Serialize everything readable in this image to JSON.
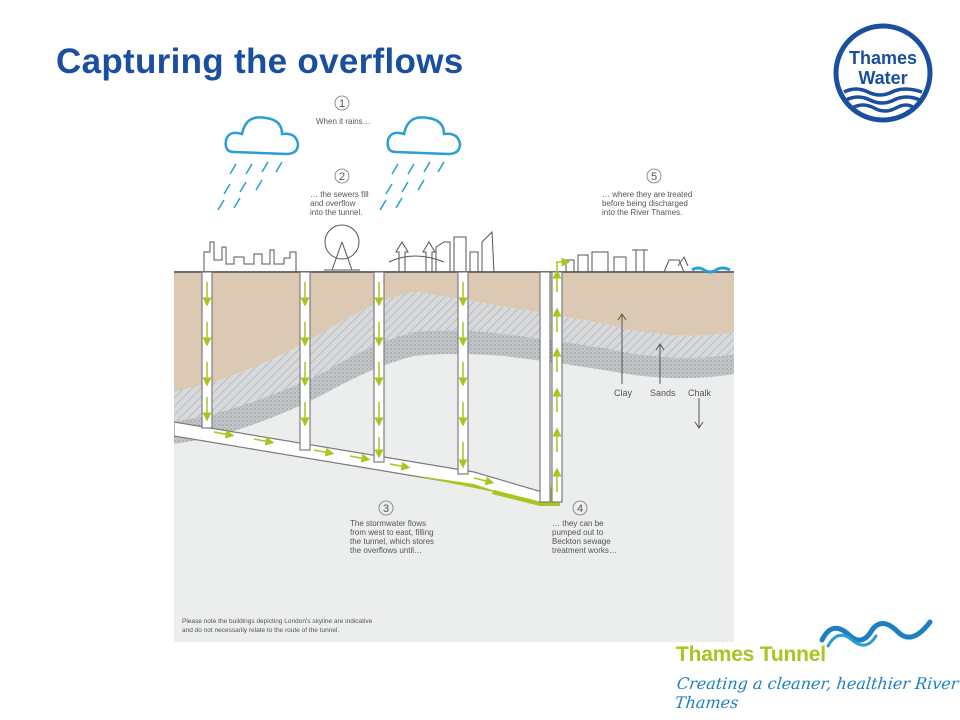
{
  "title": "Capturing the overflows",
  "logo": {
    "line1": "Thames",
    "line2": "Water",
    "color": "#1a4fa0"
  },
  "steps": [
    {
      "number": "1",
      "lines": [
        "When it rains…"
      ]
    },
    {
      "number": "2",
      "lines": [
        "… the sewers fill",
        "and overflow",
        "into the tunnel."
      ]
    },
    {
      "number": "3",
      "lines": [
        "The stormwater flows",
        "from west to east, filling",
        "the tunnel, which stores",
        "the overflows until…"
      ]
    },
    {
      "number": "4",
      "lines": [
        "… they can be",
        "pumped out to",
        "Beckton sewage",
        "treatment works…"
      ]
    },
    {
      "number": "5",
      "lines": [
        "… where they are treated",
        "before being discharged",
        "into the River Thames."
      ]
    }
  ],
  "layers": {
    "clay": "Clay",
    "sands": "Sands",
    "chalk": "Chalk"
  },
  "note": [
    "Please note the buildings depicting London's skyline are indicative",
    "and do not necessarily relate to the route of the tunnel."
  ],
  "brand": {
    "name": "Thames Tunnel",
    "tagline": "Creating a cleaner, healthier River Thames"
  },
  "colors": {
    "title": "#1a4fa0",
    "clay": "#dcc9b4",
    "chalk": "#eceeee",
    "flow": "#a8c520",
    "rain": "#2a9fd6"
  }
}
